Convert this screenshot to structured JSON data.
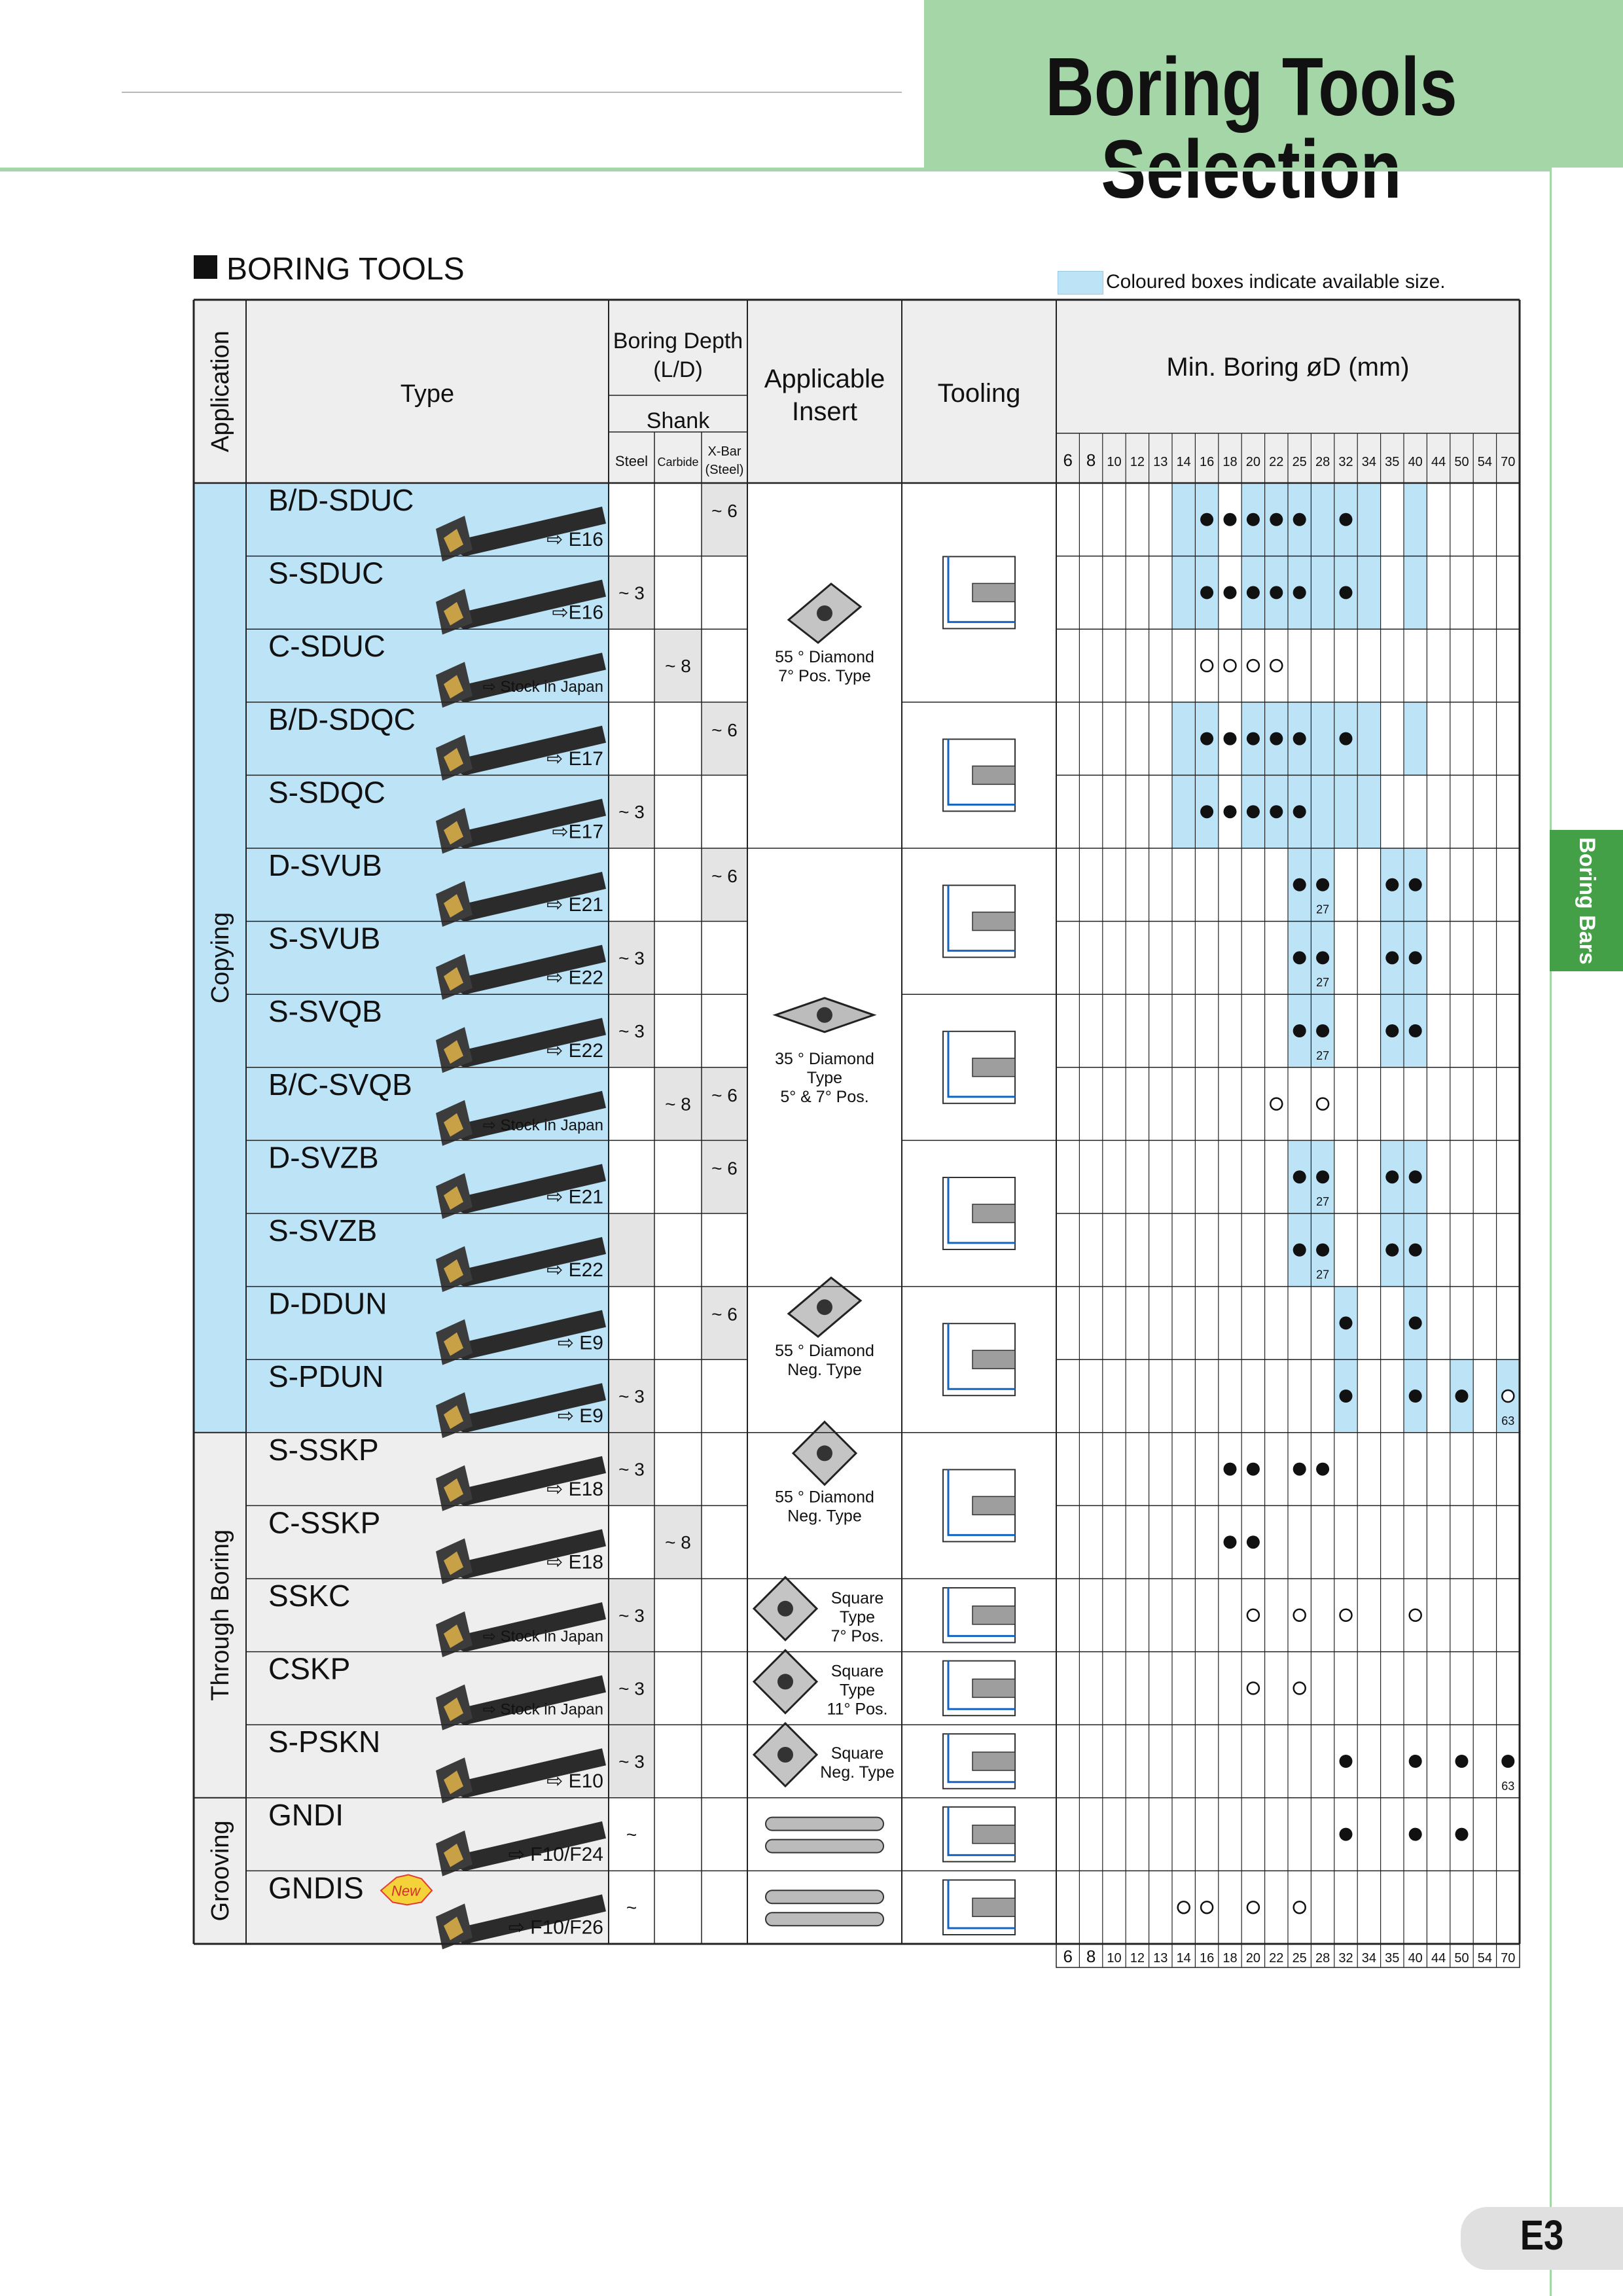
{
  "header": {
    "title": "Boring Tools Selection",
    "side_tab": "Boring Bars",
    "page_number": "E3"
  },
  "section": {
    "title": "BORING TOOLS",
    "legend": "Coloured boxes indicate available size."
  },
  "table": {
    "columns": {
      "application": "Application",
      "type": "Type",
      "boring_depth_1": "Boring Depth",
      "boring_depth_2": "(L/D)",
      "shank": "Shank",
      "steel": "Steel",
      "carbide": "Carbide",
      "xbar_1": "X-Bar",
      "xbar_2": "(Steel)",
      "insert_1": "Applicable",
      "insert_2": "Insert",
      "tooling": "Tooling",
      "min_boring": "Min. Boring  øD (mm)"
    },
    "diameters": [
      "6",
      "8",
      "10",
      "12",
      "13",
      "14",
      "16",
      "18",
      "20",
      "22",
      "25",
      "28",
      "32",
      "34",
      "35",
      "40",
      "44",
      "50",
      "54",
      "70"
    ],
    "groups": [
      {
        "label": "Copying",
        "rows": [
          0,
          12
        ]
      },
      {
        "label": "Through Boring",
        "rows": [
          13,
          17
        ]
      },
      {
        "label": "Grooving",
        "rows": [
          18,
          19
        ]
      }
    ],
    "inserts": [
      {
        "rows": [
          0,
          4
        ],
        "lines": [
          "55 ° Diamond",
          "7° Pos. Type"
        ],
        "shape": "diamond55"
      },
      {
        "rows": [
          5,
          10
        ],
        "lines": [
          "35 ° Diamond",
          "Type",
          "5° & 7° Pos."
        ],
        "shape": "diamond35"
      },
      {
        "rows": [
          11,
          12
        ],
        "lines": [
          "55 ° Diamond",
          "Neg. Type"
        ],
        "shape": "diamond55neg"
      },
      {
        "rows": [
          13,
          14
        ],
        "lines": [
          "55 ° Diamond",
          "Neg. Type"
        ],
        "shape": "square"
      },
      {
        "rows": [
          15,
          15
        ],
        "lines": [
          "Square",
          "Type",
          "7° Pos."
        ],
        "shape": "square"
      },
      {
        "rows": [
          16,
          16
        ],
        "lines": [
          "Square",
          "Type",
          "11° Pos."
        ],
        "shape": "square"
      },
      {
        "rows": [
          17,
          17
        ],
        "lines": [
          "Square",
          "Neg. Type"
        ],
        "shape": "square"
      },
      {
        "rows": [
          18,
          18
        ],
        "lines": [],
        "shape": "groove"
      },
      {
        "rows": [
          19,
          19
        ],
        "lines": [],
        "shape": "groove"
      }
    ],
    "tooling": [
      {
        "rows": [
          0,
          2
        ]
      },
      {
        "rows": [
          3,
          4
        ]
      },
      {
        "rows": [
          5,
          6
        ]
      },
      {
        "rows": [
          7,
          8
        ]
      },
      {
        "rows": [
          9,
          10
        ]
      },
      {
        "rows": [
          11,
          12
        ]
      },
      {
        "rows": [
          13,
          14
        ]
      },
      {
        "rows": [
          15,
          15
        ]
      },
      {
        "rows": [
          16,
          16
        ]
      },
      {
        "rows": [
          17,
          17
        ]
      },
      {
        "rows": [
          18,
          18
        ]
      },
      {
        "rows": [
          19,
          19
        ]
      }
    ],
    "rows": [
      {
        "name": "B/D-SDUC",
        "ref": "⇨ E16",
        "steel": "",
        "carbide": "",
        "xbar": "~ 6",
        "xbar_gray": true,
        "marks": {
          "6": "full",
          "7": "full",
          "8": "full",
          "9": "full",
          "10": "full",
          "12": "full"
        },
        "blue": [
          5,
          6,
          8,
          9,
          10,
          11,
          12,
          13,
          15
        ]
      },
      {
        "name": "S-SDUC",
        "ref": "⇨E16",
        "steel": "~ 3",
        "carbide": "",
        "xbar": "",
        "steel_gray": true,
        "marks": {
          "6": "full",
          "7": "full",
          "8": "full",
          "9": "full",
          "10": "full",
          "12": "full"
        },
        "blue": [
          5,
          6,
          8,
          9,
          10,
          11,
          12,
          13,
          15
        ]
      },
      {
        "name": "C-SDUC",
        "ref": "⇨ Stock in Japan",
        "steel": "",
        "carbide": "~ 8",
        "xbar": "",
        "carbide_gray": true,
        "marks": {
          "6": "half",
          "7": "half",
          "8": "half",
          "9": "half"
        },
        "blue": []
      },
      {
        "name": "B/D-SDQC",
        "ref": "⇨ E17",
        "steel": "",
        "carbide": "",
        "xbar": "~ 6",
        "xbar_gray": true,
        "marks": {
          "6": "full",
          "7": "full",
          "8": "full",
          "9": "full",
          "10": "full",
          "12": "full"
        },
        "blue": [
          5,
          6,
          8,
          9,
          10,
          11,
          12,
          13,
          15
        ]
      },
      {
        "name": "S-SDQC",
        "ref": "⇨E17",
        "steel": "~ 3",
        "carbide": "",
        "xbar": "",
        "steel_gray": true,
        "marks": {
          "6": "full",
          "7": "full",
          "8": "full",
          "9": "full",
          "10": "full"
        },
        "blue": [
          5,
          6,
          8,
          9,
          10,
          11,
          12,
          13
        ]
      },
      {
        "name": "D-SVUB",
        "ref": "⇨ E21",
        "steel": "",
        "carbide": "",
        "xbar": "~ 6",
        "xbar_gray": true,
        "marks": {
          "10": "full",
          "11": "full",
          "14": "full",
          "15": "full"
        },
        "blue": [
          10,
          11,
          14,
          15
        ],
        "subs": {
          "11": "27"
        }
      },
      {
        "name": "S-SVUB",
        "ref": "⇨ E22",
        "steel": "~ 3",
        "carbide": "",
        "xbar": "",
        "steel_gray": true,
        "marks": {
          "10": "full",
          "11": "full",
          "14": "full",
          "15": "full"
        },
        "blue": [
          10,
          11,
          14,
          15
        ],
        "subs": {
          "11": "27"
        }
      },
      {
        "name": "S-SVQB",
        "ref": "⇨ E22",
        "steel": "~ 3",
        "carbide": "",
        "xbar": "",
        "steel_gray": true,
        "marks": {
          "10": "full",
          "11": "full",
          "14": "full",
          "15": "full"
        },
        "blue": [
          10,
          11,
          14,
          15
        ],
        "subs": {
          "11": "27"
        }
      },
      {
        "name": "B/C-SVQB",
        "ref": "⇨ Stock in Japan",
        "steel": "",
        "carbide": "~ 8",
        "xbar": "~ 6",
        "carbide_gray": true,
        "xbar_gray": true,
        "marks": {
          "9": "half",
          "11": "half"
        },
        "blue": []
      },
      {
        "name": "D-SVZB",
        "ref": "⇨ E21",
        "steel": "",
        "carbide": "",
        "xbar": "~ 6",
        "xbar_gray": true,
        "marks": {
          "10": "full",
          "11": "full",
          "14": "full",
          "15": "full"
        },
        "blue": [
          10,
          11,
          14,
          15
        ],
        "subs": {
          "11": "27"
        }
      },
      {
        "name": "S-SVZB",
        "ref": "⇨ E22",
        "steel": "",
        "carbide": "",
        "xbar": "",
        "steel_gray": true,
        "marks": {
          "10": "full",
          "11": "full",
          "14": "full",
          "15": "full"
        },
        "blue": [
          10,
          11,
          14,
          15
        ],
        "subs": {
          "11": "27"
        }
      },
      {
        "name": "D-DDUN",
        "ref": "⇨ E9",
        "steel": "",
        "carbide": "",
        "xbar": "~ 6",
        "xbar_gray": true,
        "marks": {
          "12": "full",
          "15": "full"
        },
        "blue": [
          12,
          15
        ]
      },
      {
        "name": "S-PDUN",
        "ref": "⇨ E9",
        "steel": "~ 3",
        "carbide": "",
        "xbar": "",
        "steel_gray": true,
        "marks": {
          "12": "full",
          "15": "full",
          "17": "full",
          "19": "half"
        },
        "blue": [
          12,
          15,
          17,
          19
        ],
        "subs": {
          "19": "63"
        }
      },
      {
        "name": "S-SSKP",
        "ref": "⇨ E18",
        "steel": "~ 3",
        "carbide": "",
        "xbar": "",
        "steel_gray": true,
        "marks": {
          "7": "full",
          "8": "full",
          "10": "full",
          "11": "full"
        },
        "blue": []
      },
      {
        "name": "C-SSKP",
        "ref": "⇨ E18",
        "steel": "",
        "carbide": "~ 8",
        "xbar": "",
        "carbide_gray": true,
        "marks": {
          "7": "full",
          "8": "full"
        },
        "blue": []
      },
      {
        "name": "SSKC",
        "ref": "⇨ Stock in Japan",
        "steel": "~ 3",
        "carbide": "",
        "xbar": "",
        "steel_gray": true,
        "marks": {
          "8": "half",
          "10": "half",
          "12": "half",
          "15": "half"
        },
        "blue": []
      },
      {
        "name": "CSKP",
        "ref": "⇨ Stock in Japan",
        "steel": "~ 3",
        "carbide": "",
        "xbar": "",
        "steel_gray": true,
        "marks": {
          "8": "half",
          "10": "half"
        },
        "blue": []
      },
      {
        "name": "S-PSKN",
        "ref": "⇨ E10",
        "steel": "~ 3",
        "carbide": "",
        "xbar": "",
        "steel_gray": true,
        "marks": {
          "12": "full",
          "15": "full",
          "17": "full",
          "19": "full"
        },
        "blue": [],
        "subs": {
          "19": "63"
        }
      },
      {
        "name": "GNDI",
        "ref": "⇨ F10/F24",
        "steel": "~",
        "carbide": "",
        "xbar": "",
        "marks": {
          "12": "full",
          "15": "full",
          "17": "full"
        },
        "blue": []
      },
      {
        "name": "GNDIS",
        "ref": "⇨ F10/F26",
        "steel": "~",
        "carbide": "",
        "xbar": "",
        "badge": "New",
        "marks": {
          "5": "half",
          "6": "half",
          "8": "half",
          "10": "half"
        },
        "blue": []
      }
    ]
  }
}
